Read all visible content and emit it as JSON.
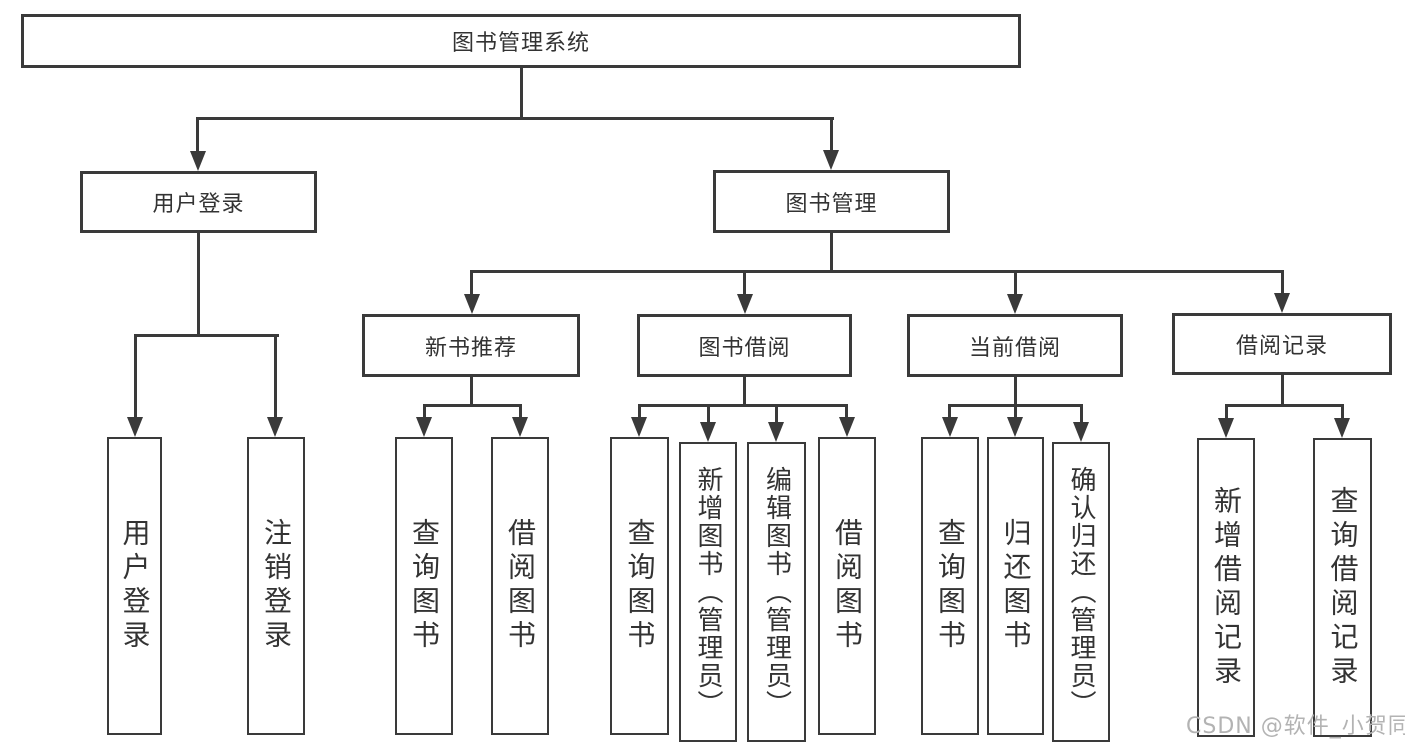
{
  "diagram": {
    "root": {
      "label": "图书管理系统"
    },
    "level2": [
      {
        "label": "用户登录"
      },
      {
        "label": "图书管理"
      }
    ],
    "level3": [
      {
        "label": "新书推荐"
      },
      {
        "label": "图书借阅"
      },
      {
        "label": "当前借阅"
      },
      {
        "label": "借阅记录"
      }
    ],
    "leaves": {
      "login": [
        "用户登录",
        "注销登录"
      ],
      "recommend": [
        "查询图书",
        "借阅图书"
      ],
      "borrow": [
        "查询图书",
        "新增图书（管理员）",
        "编辑图书（管理员）",
        "借阅图书"
      ],
      "current": [
        "查询图书",
        "归还图书",
        "确认归还（管理员）"
      ],
      "records": [
        "新增借阅记录",
        "查询借阅记录"
      ]
    },
    "colors": {
      "line": "#3a3a3a",
      "text": "#333333",
      "watermark_color": "#b3b3b3",
      "background": "#ffffff"
    },
    "watermark": "CSDN @软件_小贺同学"
  }
}
